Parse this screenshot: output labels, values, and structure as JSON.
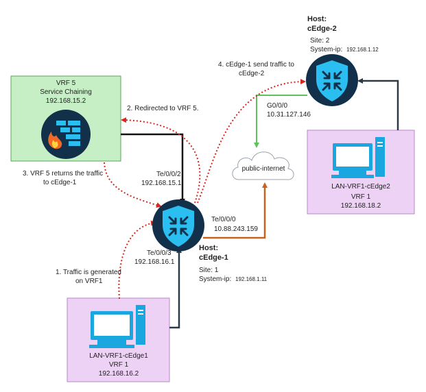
{
  "colors": {
    "router": "#123049",
    "router_shield": "#2bbef0",
    "vrf5_box": "#c7efc6",
    "vrf5_border": "#5aa55a",
    "pc_box": "#eed2f6",
    "pc_border": "#b58ac7",
    "pc_screen": "#1aa7e0",
    "red_path": "#d7261e",
    "black_link": "#111111",
    "dark_link": "#2c3a46",
    "green_link": "#5cc25a",
    "orange_link": "#c8601e",
    "firewall_circle": "#123049",
    "firewall_bricks": "#2bbef0",
    "firewall_flame": "#f06a25"
  },
  "icons": {
    "router": "router-shield-icon",
    "firewall": "firewall-icon",
    "cloud": "cloud-icon",
    "pc": "desktop-computer-icon"
  },
  "vrf5": {
    "title": "VRF 5",
    "subtitle": "Service Chaining",
    "ip": "192.168.15.2"
  },
  "cedge1": {
    "host_label": "Host:",
    "host_name": "cEdge-1",
    "site": "Site: 1",
    "system_ip_label": "System-ip:",
    "system_ip": "192.168.1.11",
    "if_te002": "Te/0/0/2",
    "if_te002_ip": "192.168.15.1",
    "if_te000": "Te/0/0/0",
    "if_te000_ip": "10.88.243.159",
    "if_te003": "Te/0/0/3",
    "if_te003_ip": "192.168.16.1"
  },
  "cedge2": {
    "host_label": "Host:",
    "host_name": "cEdge-2",
    "site": "Site: 2",
    "system_ip_label": "System-ip:",
    "system_ip": "192.168.1.12",
    "if_g000": "G0/0/0",
    "if_g000_ip": "10.31.127.146"
  },
  "cloud": {
    "label": "public-internet"
  },
  "pc1": {
    "name": "LAN-VRF1-cEdge1",
    "vrf": "VRF 1",
    "ip": "192.168.16.2"
  },
  "pc2": {
    "name": "LAN-VRF1-cEdge2",
    "vrf": "VRF 1",
    "ip": "192.168.18.2"
  },
  "steps": {
    "s1_line1": "1. Traffic is generated",
    "s1_line2": "on VRF1",
    "s2": "2. Redirected to VRF 5.",
    "s3_line1": "3. VRF 5 returns the traffic",
    "s3_line2": "to cEdge-1",
    "s4_line1": "4. cEdge-1 send traffic to",
    "s4_line2": "cEdge-2"
  }
}
